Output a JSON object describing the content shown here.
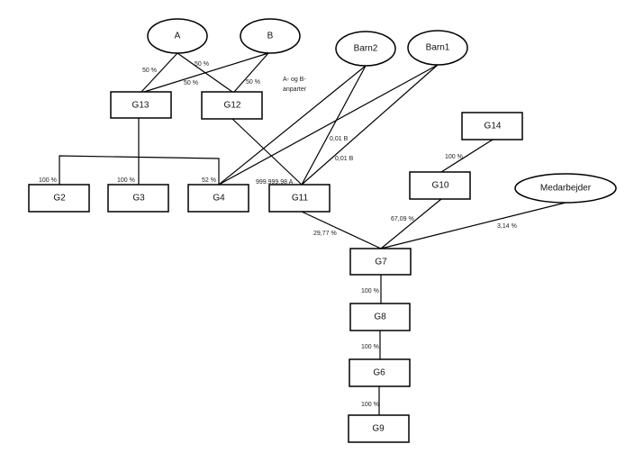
{
  "nodes": {
    "A": "A",
    "B": "B",
    "Barn2": "Barn2",
    "Barn1": "Barn1",
    "Medarbejder": "Medarbejder",
    "G13": "G13",
    "G12": "G12",
    "G14": "G14",
    "G10": "G10",
    "G2": "G2",
    "G3": "G3",
    "G4": "G4",
    "G11": "G11",
    "G7": "G7",
    "G8": "G8",
    "G6": "G6",
    "G9": "G9"
  },
  "edge_labels": {
    "a_g13": "50 %",
    "a_g12": "50 %",
    "b_g13": "50 %",
    "b_g12": "50 %",
    "note_line1": "A- og B-",
    "note_line2": "anparter",
    "barn2_g11": "0,01 B",
    "barn1_g11": "0,01 B",
    "a_g11": "999.999.98 A",
    "g2": "100 %",
    "g3": "100 %",
    "g4": "52 %",
    "g14_g10": "100 %",
    "g10_g7": "67,09 %",
    "g11_g7": "29,77 %",
    "medarbejder_g7": "3,14 %",
    "g7_g8": "100 %",
    "g8_g6": "100 %",
    "g6_g9": "100 %"
  }
}
